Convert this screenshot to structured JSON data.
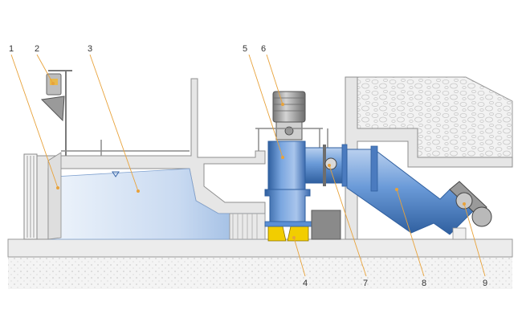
{
  "callouts": [
    {
      "id": "1",
      "label": "1"
    },
    {
      "id": "2",
      "label": "2"
    },
    {
      "id": "3",
      "label": "3"
    },
    {
      "id": "4",
      "label": "4"
    },
    {
      "id": "5",
      "label": "5"
    },
    {
      "id": "6",
      "label": "6"
    },
    {
      "id": "7",
      "label": "7"
    },
    {
      "id": "8",
      "label": "8"
    },
    {
      "id": "9",
      "label": "9"
    }
  ],
  "colors": {
    "concrete": "#e9e9e9",
    "concrete_edge": "#8f8f8f",
    "water_light": "#eaf2fb",
    "water_dark": "#8fb4e0",
    "pipe_blue": "#5b8fd4",
    "pipe_dark": "#2f5f9f",
    "impeller_yellow": "#f2cd00",
    "motor_gray": "#9a9a9a",
    "leader_orange": "#e8a23a",
    "soil_pattern": "#d6d6d6"
  }
}
